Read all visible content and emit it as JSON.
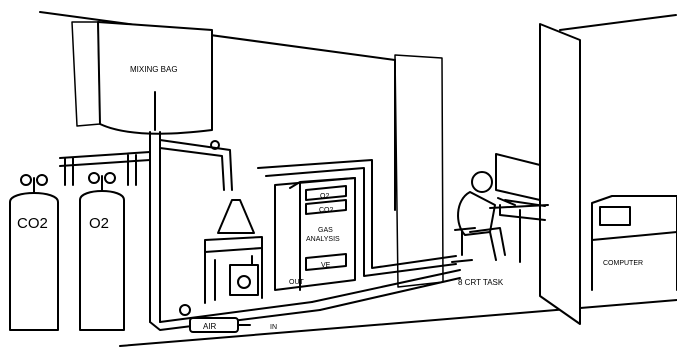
{
  "labels": {
    "mixing_bag": "MIXING BAG",
    "co2_cylinder": "CO2",
    "o2_cylinder": "O2",
    "gas_analysis_line1": "GAS",
    "gas_analysis_line2": "ANALYSIS",
    "o2_meter": "O2",
    "co2_meter": "CO2",
    "ve_meter": "VE",
    "out": "OUT",
    "air": "AIR",
    "in": "IN",
    "crt_task": "8 CRT TASK",
    "computer": "COMPUTER"
  },
  "colors": {
    "line": "#000000",
    "background": "#ffffff",
    "panel": "#ffffff"
  }
}
